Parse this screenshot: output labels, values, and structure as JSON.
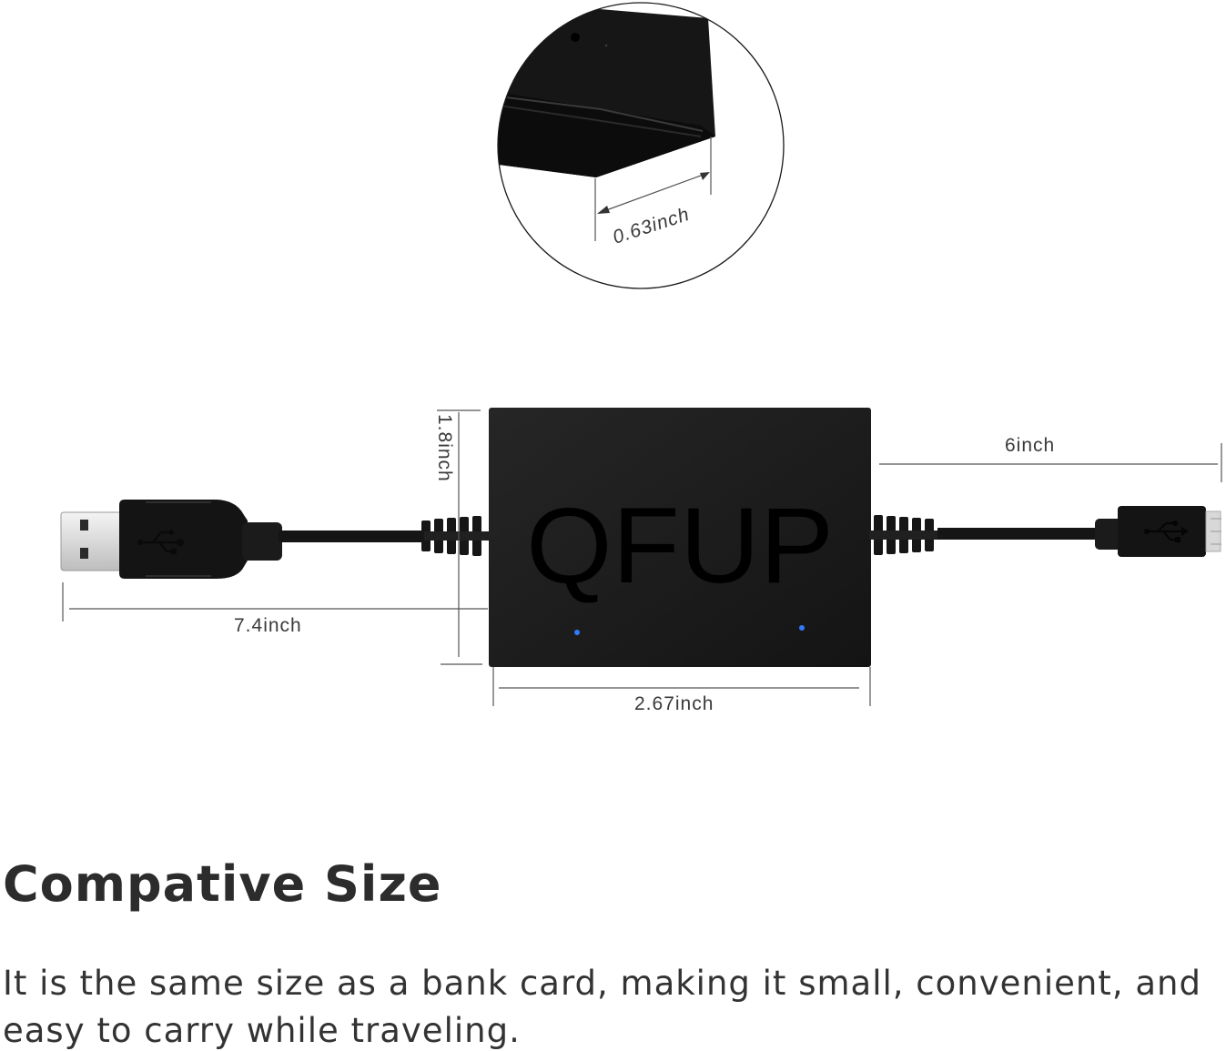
{
  "diagram": {
    "brand": "QFUP",
    "dimensions": {
      "thickness": "0.63inch",
      "height": "1.8inch",
      "cable_micro": "6inch",
      "cable_usb": "7.4inch",
      "width": "2.67inch"
    },
    "icons": {
      "usb_a_symbol": "usb-symbol-icon",
      "micro_usb_symbol": "usb-symbol-icon"
    },
    "colors": {
      "device": "#1a1a1a",
      "led": "#2f7bff"
    }
  },
  "caption": {
    "title": "Compative Size",
    "body": "It is the same size as a bank card, making it small, convenient, and easy to carry while traveling."
  }
}
